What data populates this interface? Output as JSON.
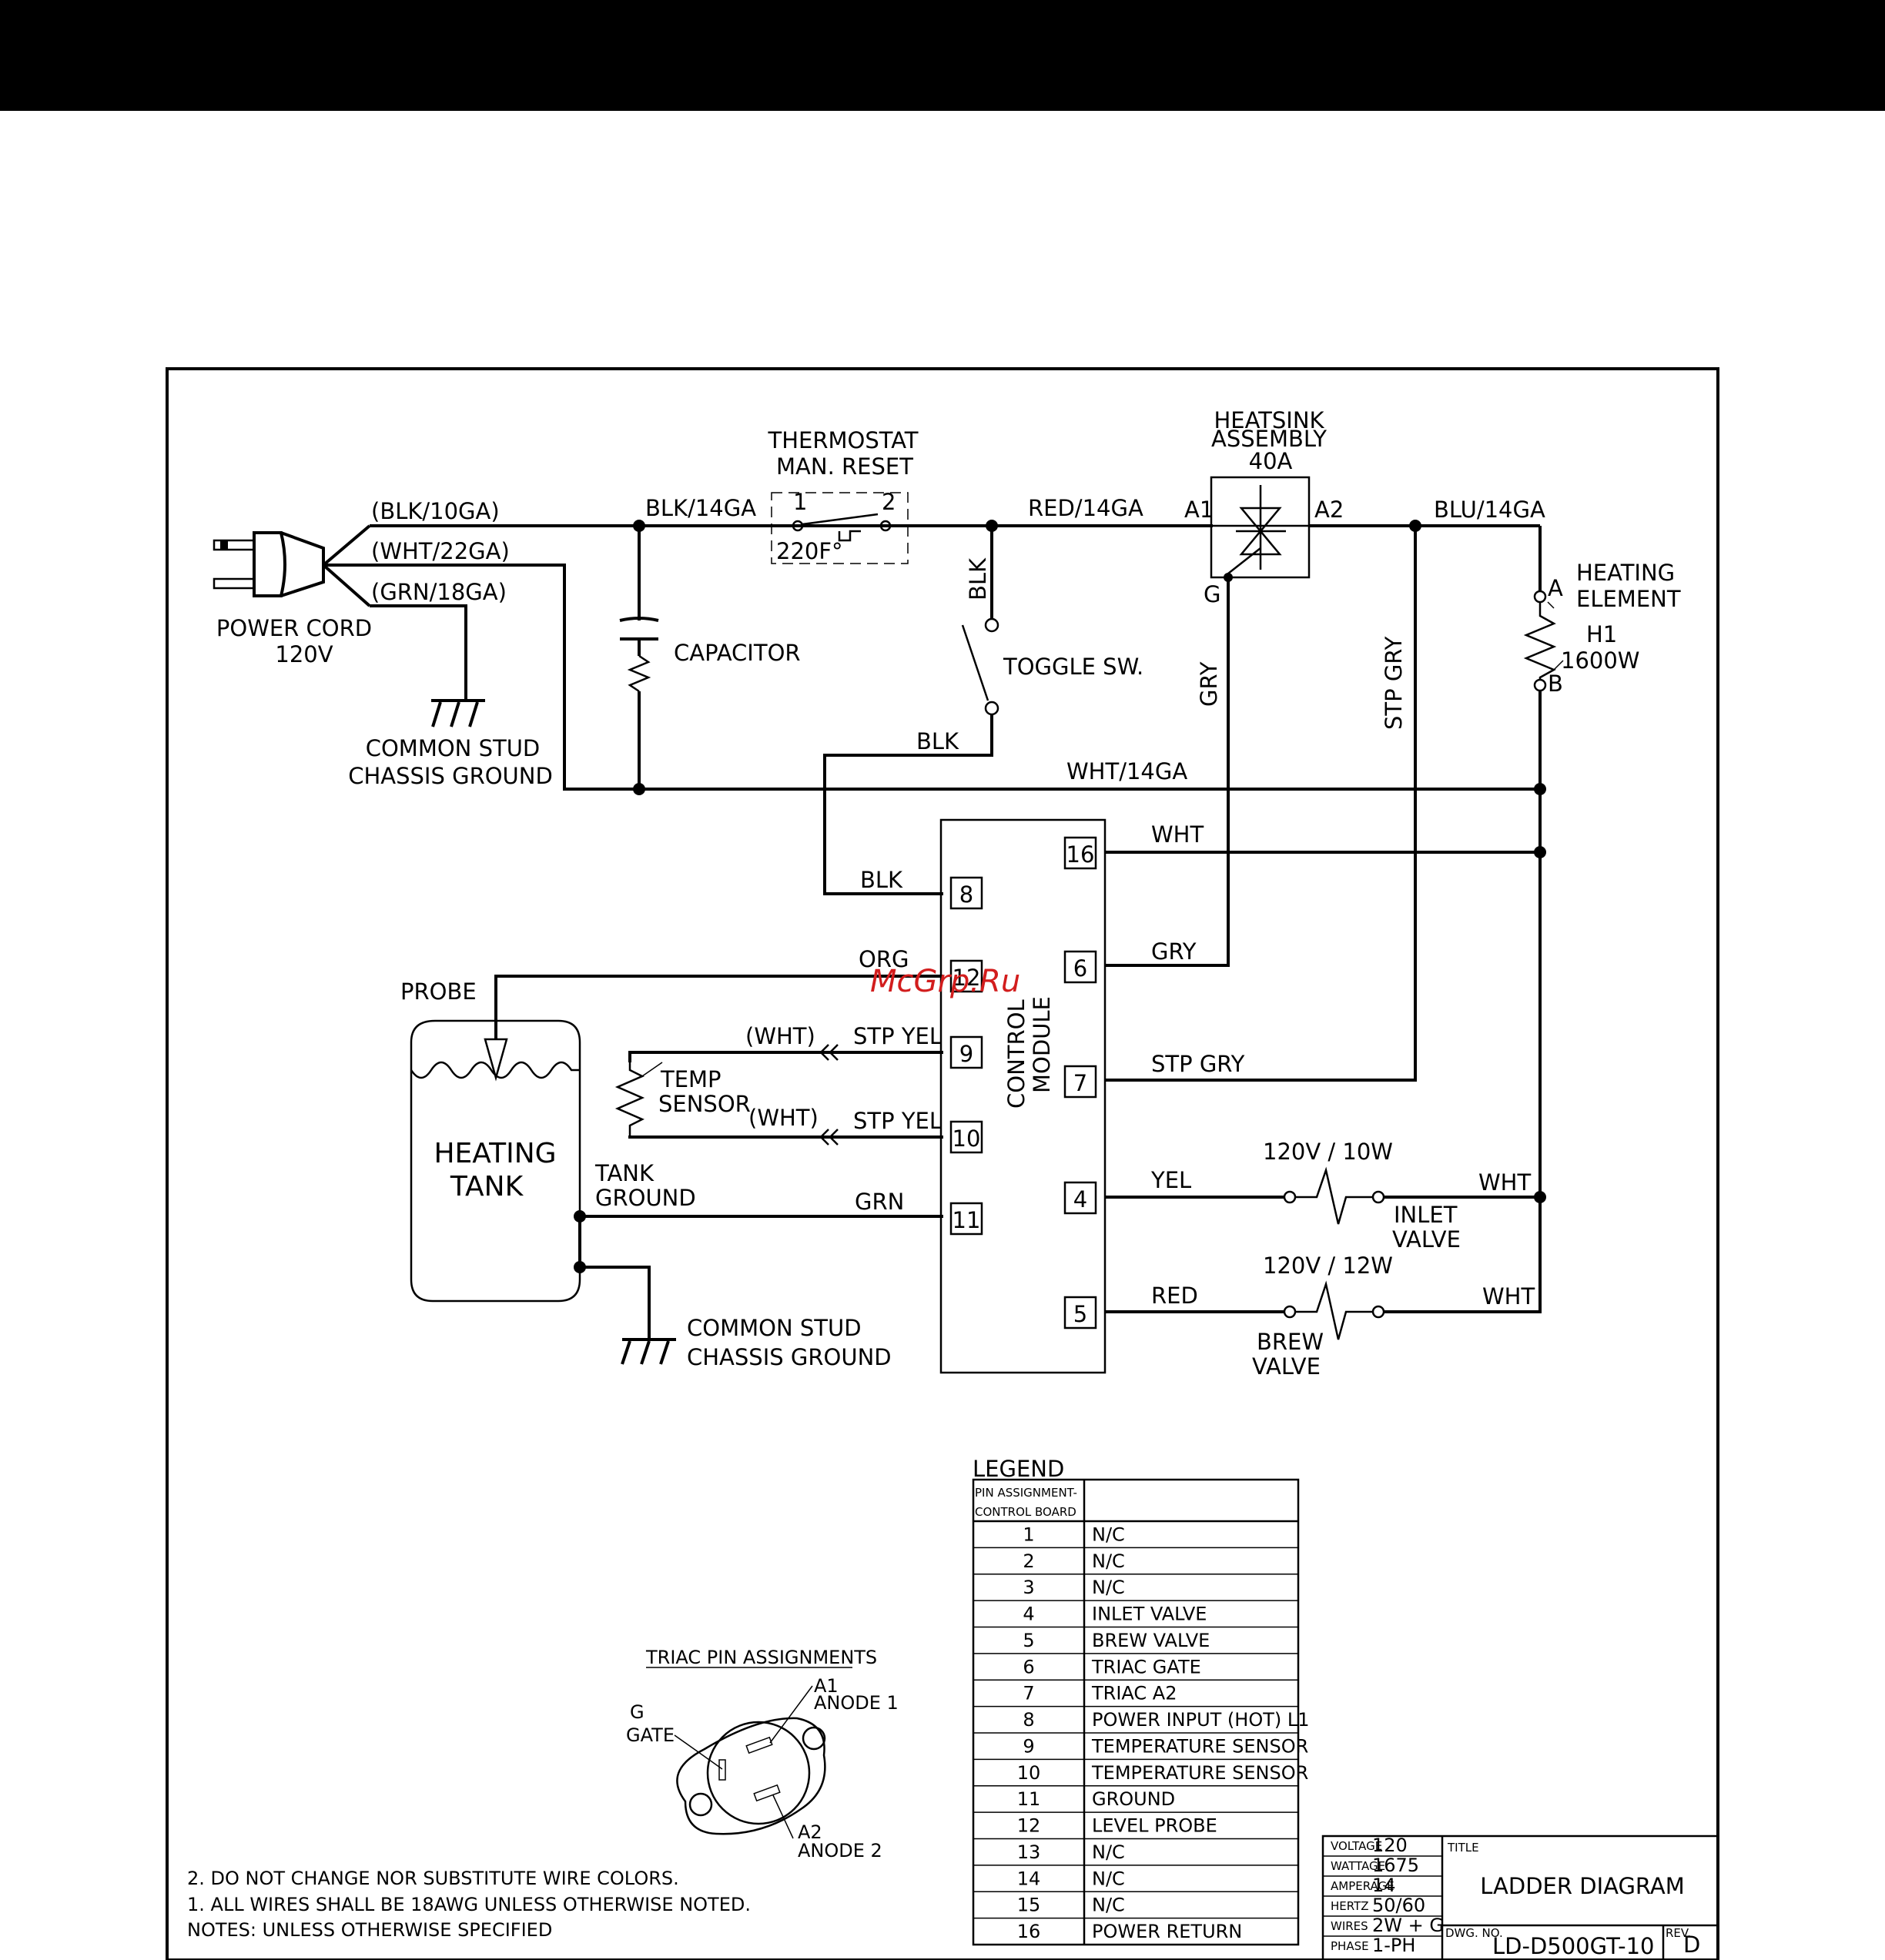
{
  "power": {
    "wire_blk": "(BLK/10GA)",
    "wire_wht": "(WHT/22GA)",
    "wire_grn": "(GRN/18GA)",
    "cord_label": "POWER CORD",
    "cord_voltage": "120V",
    "ground_1": "COMMON STUD",
    "ground_2": "CHASSIS GROUND"
  },
  "thermostat": {
    "line1": "THERMOSTAT",
    "line2": "MAN. RESET",
    "pin1": "1",
    "pin2": "2",
    "temp": "220F°"
  },
  "wires": {
    "blk14": "BLK/14GA",
    "red14": "RED/14GA",
    "blu14": "BLU/14GA",
    "wht14": "WHT/14GA",
    "blk": "BLK",
    "gry": "GRY",
    "stp_gry": "STP GRY",
    "wht": "WHT",
    "org": "ORG",
    "stp_yel": "STP YEL",
    "wht_paren": "(WHT)",
    "grn": "GRN",
    "yel": "YEL",
    "red": "RED"
  },
  "capacitor": "CAPACITOR",
  "toggle": "TOGGLE SW.",
  "heatsink": {
    "line1": "HEATSINK",
    "line2": "ASSEMBLY",
    "line3": "40A",
    "a1": "A1",
    "a2": "A2",
    "g": "G"
  },
  "heating_element": {
    "line1": "HEATING",
    "line2": "ELEMENT",
    "ref": "H1",
    "watts": "1600W",
    "a": "A",
    "b": "B"
  },
  "control_module": {
    "line1": "CONTROL",
    "line2": "MODULE",
    "pins": {
      "p8": "8",
      "p12": "12",
      "p9": "9",
      "p10": "10",
      "p11": "11",
      "p16": "16",
      "p6": "6",
      "p7": "7",
      "p4": "4",
      "p5": "5"
    }
  },
  "probe": "PROBE",
  "tank": {
    "line1": "HEATING",
    "line2": "TANK",
    "ground1": "TANK",
    "ground2": "GROUND"
  },
  "temp_sensor": {
    "line1": "TEMP",
    "line2": "SENSOR"
  },
  "ground_bottom": {
    "line1": "COMMON STUD",
    "line2": "CHASSIS GROUND"
  },
  "inlet_valve": {
    "rating": "120V / 10W",
    "line1": "INLET",
    "line2": "VALVE"
  },
  "brew_valve": {
    "rating": "120V / 12W",
    "line1": "BREW",
    "line2": "VALVE"
  },
  "watermark": "McGrp.Ru",
  "triac": {
    "title": "TRIAC PIN ASSIGNMENTS",
    "g": "G",
    "gate": "GATE",
    "a1": "A1",
    "anode1": "ANODE 1",
    "a2": "A2",
    "anode2": "ANODE 2"
  },
  "notes": [
    "2.  DO NOT CHANGE NOR SUBSTITUTE WIRE COLORS.",
    "1.  ALL WIRES SHALL BE 18AWG UNLESS OTHERWISE NOTED.",
    "NOTES: UNLESS OTHERWISE SPECIFIED"
  ],
  "legend": {
    "title": "LEGEND",
    "header1": "PIN ASSIGNMENT-",
    "header2": "CONTROL BOARD",
    "rows": [
      [
        "1",
        "N/C"
      ],
      [
        "2",
        "N/C"
      ],
      [
        "3",
        "N/C"
      ],
      [
        "4",
        "INLET VALVE"
      ],
      [
        "5",
        "BREW VALVE"
      ],
      [
        "6",
        "TRIAC GATE"
      ],
      [
        "7",
        "TRIAC A2"
      ],
      [
        "8",
        "POWER INPUT (HOT) L1"
      ],
      [
        "9",
        "TEMPERATURE SENSOR"
      ],
      [
        "10",
        "TEMPERATURE SENSOR"
      ],
      [
        "11",
        "GROUND"
      ],
      [
        "12",
        "LEVEL PROBE"
      ],
      [
        "13",
        "N/C"
      ],
      [
        "14",
        "N/C"
      ],
      [
        "15",
        "N/C"
      ],
      [
        "16",
        "POWER RETURN"
      ]
    ]
  },
  "title_block": {
    "voltage_label": "VOLTAGE",
    "voltage": "120",
    "wattage_label": "WATTAGE",
    "wattage": "1675",
    "amperage_label": "AMPERAGE",
    "amperage": "14",
    "hertz_label": "HERTZ",
    "hertz": "50/60",
    "wires_label": "WIRES",
    "wires": "2W + G",
    "phase_label": "PHASE",
    "phase": "1-PH",
    "title_label": "TITLE",
    "title": "LADDER DIAGRAM",
    "dwg_label": "DWG. NO.",
    "dwg": "LD-D500GT-10",
    "rev_label": "REV.",
    "rev": "D"
  }
}
